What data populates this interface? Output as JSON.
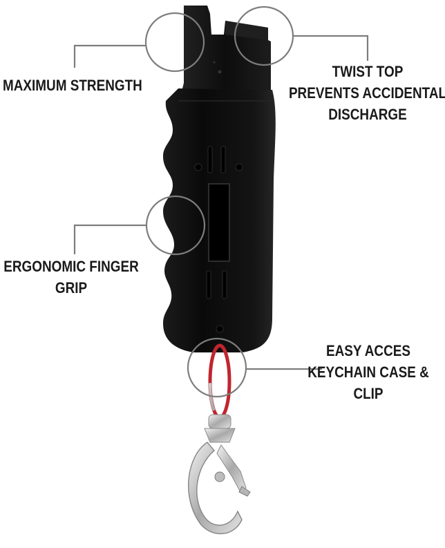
{
  "colors": {
    "callout": "#7d7d7d",
    "body": "#0c0c0c",
    "text": "#1a1a1a",
    "ring": "#c0262e",
    "metal": "#c9c9c9"
  },
  "callouts": [
    {
      "name": "maximum-strength",
      "lines": [
        "MAXIMUM STRENGTH"
      ]
    },
    {
      "name": "twist-top",
      "lines": [
        "TWIST TOP",
        "PREVENTS ACCIDENTAL",
        "DISCHARGE"
      ]
    },
    {
      "name": "ergonomic-grip",
      "lines": [
        "ERGONOMIC FINGER",
        "GRIP"
      ]
    },
    {
      "name": "keychain-case",
      "lines": [
        "EASY ACCES",
        "KEYCHAIN CASE &",
        "CLIP"
      ]
    }
  ],
  "product": {
    "icon": "pepper-spray-keychain-icon"
  }
}
